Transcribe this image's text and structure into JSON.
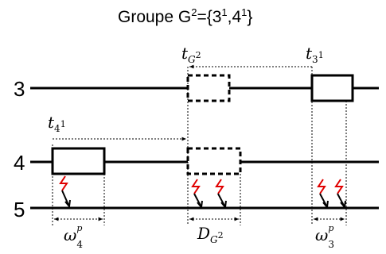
{
  "title": {
    "prefix": "Groupe G",
    "exp": "2",
    "mid": "={3",
    "exp2": "1",
    "sep": ",4",
    "exp3": "1",
    "suffix": "}"
  },
  "lanes": {
    "lane3": "3",
    "lane4": "4",
    "lane5": "5"
  },
  "labels": {
    "tG2": {
      "base": "t",
      "sub": "G",
      "subsup": "2"
    },
    "t31": {
      "base": "t",
      "sub": "3",
      "subsup": "1"
    },
    "t41": {
      "base": "t",
      "sub": "4",
      "subsup": "1"
    },
    "omega4": {
      "base": "ω",
      "sup": "p",
      "sub": "4"
    },
    "DG2": {
      "base": "D",
      "sub": "G",
      "subsup": "2"
    },
    "omega3": {
      "base": "ω",
      "sup": "p",
      "sub": "3"
    }
  },
  "colors": {
    "line": "#000000",
    "lightning": "#e00000"
  }
}
